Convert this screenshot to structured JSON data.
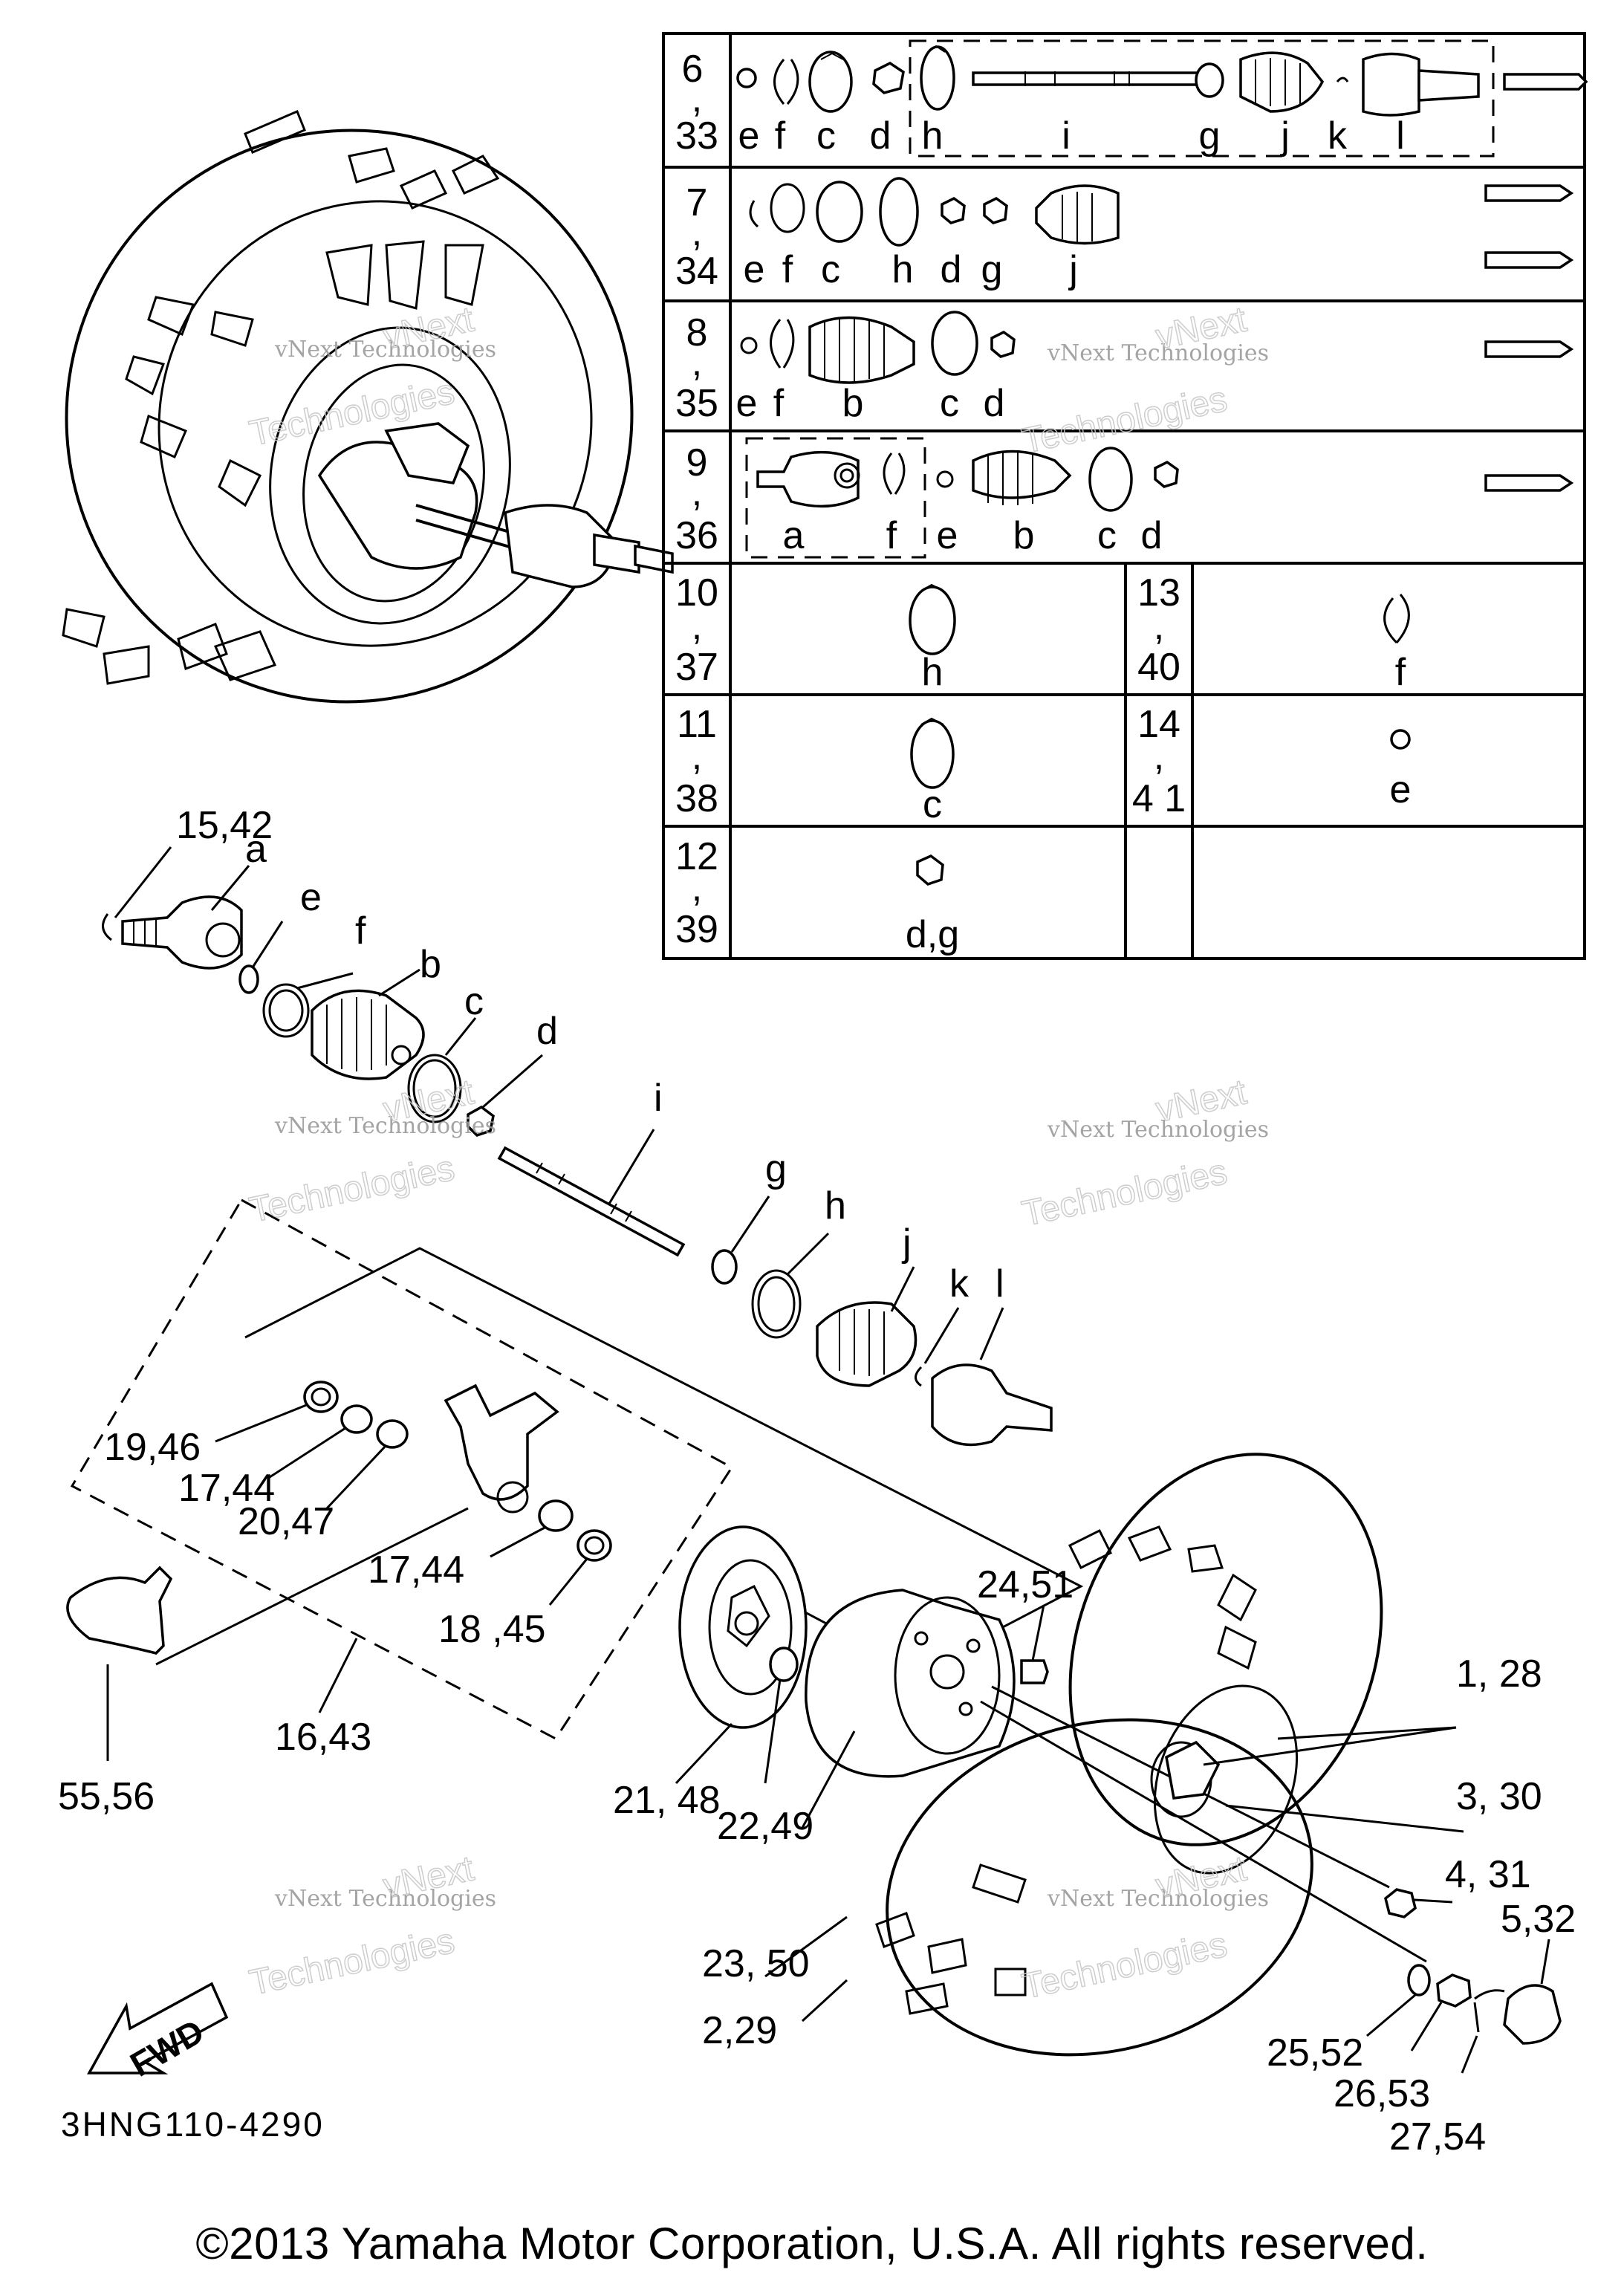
{
  "table": {
    "rows": [
      {
        "refs": [
          "6",
          ",",
          "33"
        ],
        "parts": [
          "e",
          "f",
          "c",
          "d",
          "h",
          "i",
          "g",
          "j",
          "k",
          "l"
        ]
      },
      {
        "refs": [
          "7",
          ",",
          "34"
        ],
        "parts": [
          "e",
          "f",
          "c",
          "h",
          "d",
          "g",
          "j"
        ]
      },
      {
        "refs": [
          "8",
          ",",
          "35"
        ],
        "parts": [
          "e",
          "f",
          "b",
          "c",
          "d"
        ]
      },
      {
        "refs": [
          "9",
          ",",
          "36"
        ],
        "parts": [
          "a",
          "f",
          "e",
          "b",
          "c",
          "d"
        ]
      }
    ],
    "single_cells": [
      {
        "refs": [
          "10",
          ",",
          "37"
        ],
        "part": "h"
      },
      {
        "refs": [
          "13",
          ",",
          "40"
        ],
        "part": "f"
      },
      {
        "refs": [
          "11",
          ",",
          "38"
        ],
        "part": "c"
      },
      {
        "refs": [
          "14",
          ",",
          "4 1"
        ],
        "part": "e"
      },
      {
        "refs": [
          "12",
          ",",
          "39"
        ],
        "part": "d,g"
      }
    ]
  },
  "exploded_labels": {
    "p15_42": "15,42",
    "a": "a",
    "e": "e",
    "f": "f",
    "b": "b",
    "c": "c",
    "d": "d",
    "i": "i",
    "g": "g",
    "h": "h",
    "j": "j",
    "k": "k",
    "l": "l",
    "p19_46": "19,46",
    "p17_44a": "17,44",
    "p20_47": "20,47",
    "p17_44b": "17,44",
    "p18_45": "18 ,45",
    "p16_43": "16,43",
    "p55_56": "55,56",
    "p21_48": "21, 48",
    "p22_49": "22,49",
    "p23_50": "23, 50",
    "p24_51": "24,51",
    "p1_28": "1, 28",
    "p3_30": "3, 30",
    "p4_31": "4, 31",
    "p5_32": "5,32",
    "p2_29": "2,29",
    "p25_52": "25,52",
    "p26_53": "26,53",
    "p27_54": "27,54"
  },
  "fwd_label": "FWD",
  "diagram_code": "3HNG110-4290",
  "watermark": {
    "line1": "vNext Technologies",
    "line2": "vNext",
    "line3": "Technologies"
  },
  "copyright": "©2013 Yamaha Motor Corporation, U.S.A. All rights reserved."
}
